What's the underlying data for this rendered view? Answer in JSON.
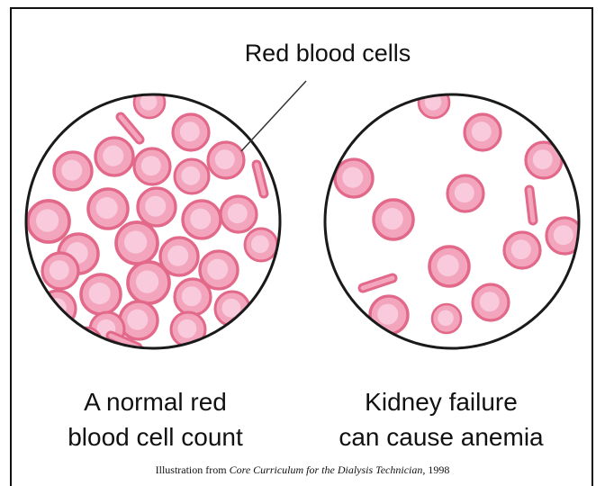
{
  "callout": {
    "label": "Red blood cells"
  },
  "panels": [
    {
      "caption_line1": "A normal red",
      "caption_line2": "blood cell count"
    },
    {
      "caption_line1": "Kidney failure",
      "caption_line2": "can cause anemia"
    }
  ],
  "credit": {
    "prefix": "Illustration from ",
    "title": "Core Curriculum for the Dialysis Technician,",
    "year": " 1998"
  },
  "colors": {
    "cell_rim": "#e2698a",
    "cell_fill": "#f2a5bd",
    "cell_center": "#f8cadb",
    "outline": "#1a1a1a",
    "background": "#ffffff"
  }
}
